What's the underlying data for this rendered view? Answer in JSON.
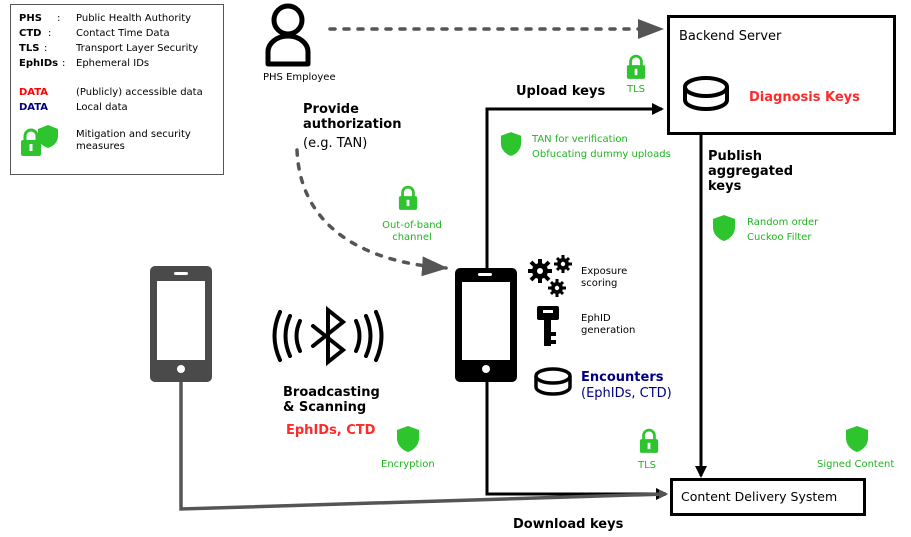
{
  "legend": {
    "abbrs": [
      {
        "key": "PHS",
        "value": "Public Health Authority"
      },
      {
        "key": "CTD",
        "value": "Contact Time Data"
      },
      {
        "key": "TLS",
        "value": "Transport Layer Security"
      },
      {
        "key": "EphIDs",
        "value": "Ephemeral IDs"
      }
    ],
    "data_public": {
      "key": "DATA",
      "value": "(Publicly) accessible data",
      "color": "#ff0000"
    },
    "data_local": {
      "key": "DATA",
      "value": "Local data",
      "color": "#000080"
    },
    "mitigation": "Mitigation and security measures"
  },
  "phs": {
    "employee_label": "PHS Employee",
    "provide_auth": "Provide authorization",
    "provide_auth_note": "(e.g. TAN)",
    "out_of_band": "Out-of-band channel"
  },
  "backend": {
    "title": "Backend Server",
    "diagnosis_keys": "Diagnosis Keys",
    "tls_label": "TLS"
  },
  "upload": {
    "label": "Upload keys",
    "measures": [
      "TAN for verification",
      "Obfucating dummy uploads"
    ]
  },
  "publish": {
    "label": "Publish aggregated keys",
    "measures": [
      "Random order",
      "Cuckoo Filter"
    ]
  },
  "phone": {
    "exposure_scoring": "Exposure scoring",
    "ephid_generation": "EphID generation",
    "encounters": "Encounters",
    "encounters_sub": "(EphIDs, CTD)"
  },
  "bluetooth": {
    "label": "Broadcasting & Scanning",
    "data": "EphIDs, CTD",
    "encryption": "Encryption"
  },
  "cds": {
    "title": "Content Delivery System",
    "tls_label": "TLS",
    "signed": "Signed Content",
    "download": "Download keys"
  },
  "colors": {
    "accent_green": "#22b322",
    "public_red": "#ff0000",
    "local_blue": "#000080",
    "arrow_gray": "#555555",
    "phone_gray": "#4a4a4a"
  }
}
